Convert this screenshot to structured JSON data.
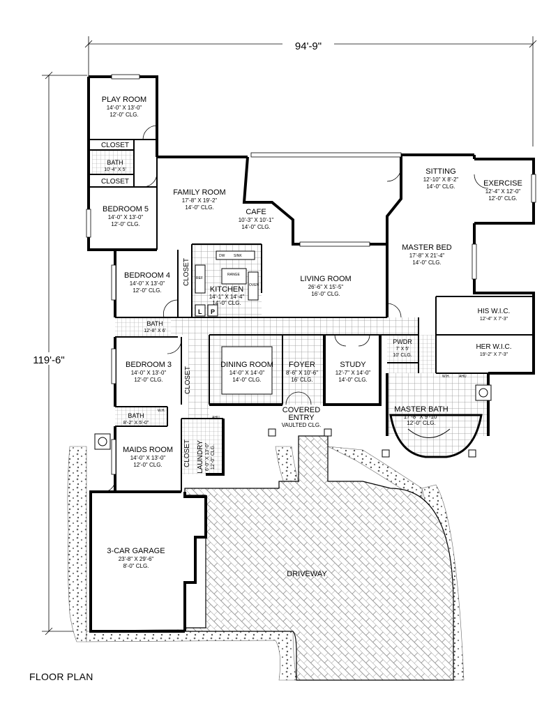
{
  "dimensions": {
    "width": "94'-9\"",
    "depth": "119'-6\""
  },
  "caption": "FLOOR PLAN",
  "rooms": {
    "play_room": {
      "name": "PLAY ROOM",
      "size": "14'-0\" X 13'-0\"",
      "clg": "12'-0\" CLG."
    },
    "closet_1": {
      "name": "CLOSET"
    },
    "bath_upper": {
      "name": "BATH",
      "size": "10'-4\" X 5'"
    },
    "closet_2": {
      "name": "CLOSET"
    },
    "bedroom_5": {
      "name": "BEDROOM 5",
      "size": "14'-0\" X 13'-0\"",
      "clg": "12'-0\" CLG."
    },
    "family_room": {
      "name": "FAMILY ROOM",
      "size": "17'-8\" X 19'-2\"",
      "clg": "14'-0\" CLG."
    },
    "cafe": {
      "name": "CAFE",
      "size": "10'-3\" X 10'-1\"",
      "clg": "14'-0\" CLG."
    },
    "sitting": {
      "name": "SITTING",
      "size": "12'-10\" X 8'-2\"",
      "clg": "14'-0\" CLG."
    },
    "exercise": {
      "name": "EXERCISE",
      "size": "12'-4\" X 12'-0\"",
      "clg": "12'-0\" CLG."
    },
    "master_bed": {
      "name": "MASTER BED",
      "size": "17'-8\" X 21'-4\"",
      "clg": "14'-0\" CLG."
    },
    "bedroom_4": {
      "name": "BEDROOM 4",
      "size": "14'-0\" X 13'-0\"",
      "clg": "12'-0\" CLG."
    },
    "closet_3": {
      "name": "CLOSET"
    },
    "kitchen": {
      "name": "KITCHEN",
      "size": "14'-1\" X 14'-4\"",
      "clg": "14'-0\" CLG."
    },
    "living_room": {
      "name": "LIVING ROOM",
      "size": "26'-6\" X 15'-5\"",
      "clg": "16'-0\" CLG."
    },
    "his_wic": {
      "name": "HIS W.I.C.",
      "size": "12'-4\" X 7'-3\""
    },
    "her_wic": {
      "name": "HER W.I.C.",
      "size": "19'-2\" X 7'-3\""
    },
    "bath_mid": {
      "name": "BATH",
      "size": "12'-8\" X 6'"
    },
    "bedroom_3": {
      "name": "BEDROOM 3",
      "size": "14'-0\" X 13'-0\"",
      "clg": "12'-0\" CLG."
    },
    "closet_4": {
      "name": "CLOSET"
    },
    "dining_room": {
      "name": "DINING ROOM",
      "size": "14'-0\" X 14'-0\"",
      "clg": "14'-0\" CLG."
    },
    "foyer": {
      "name": "FOYER",
      "size": "8'-6\" X 10'-6\"",
      "clg": "16' CLG."
    },
    "study": {
      "name": "STUDY",
      "size": "12'-7\" X 14'-0\"",
      "clg": "14'-0\" CLG."
    },
    "pwdr": {
      "name": "PWDR",
      "size": "7' X 5'",
      "clg": "10' CLG."
    },
    "master_bath": {
      "name": "MASTER BATH",
      "size": "17'-8\" X 9'-10\"",
      "clg": "12'-0\" CLG."
    },
    "covered_entry": {
      "name": "COVERED",
      "name2": "ENTRY",
      "clg": "VAULTED CLG."
    },
    "bath_lower": {
      "name": "BATH",
      "size": "8'-2\" X 5'-0\""
    },
    "maids_room": {
      "name": "MAIDS ROOM",
      "size": "14'-0\" X 13'-0\"",
      "clg": "12'-0\" CLG."
    },
    "closet_5": {
      "name": "CLOSET"
    },
    "laundry": {
      "name": "LAUNDRY",
      "size": "6'-0\" X 13'-0\"",
      "clg": "12'-0\" CLG."
    },
    "garage": {
      "name": "3-CAR GARAGE",
      "size": "23'-8\" X 29'-6\"",
      "clg": "8'-0\" CLG."
    },
    "driveway": {
      "name": "DRIVEWAY"
    }
  },
  "fixtures": {
    "dw": "DW",
    "sink": "SINK",
    "range": "RANGE",
    "ref": "REF",
    "oven": "OVEN",
    "l": "L",
    "p": "P",
    "ahu": "AHU",
    "wh": "W.H."
  },
  "colors": {
    "wall": "#000000",
    "tile": "#9a9a9a",
    "paver": "#8a8a8a",
    "shrub": "#555555"
  }
}
